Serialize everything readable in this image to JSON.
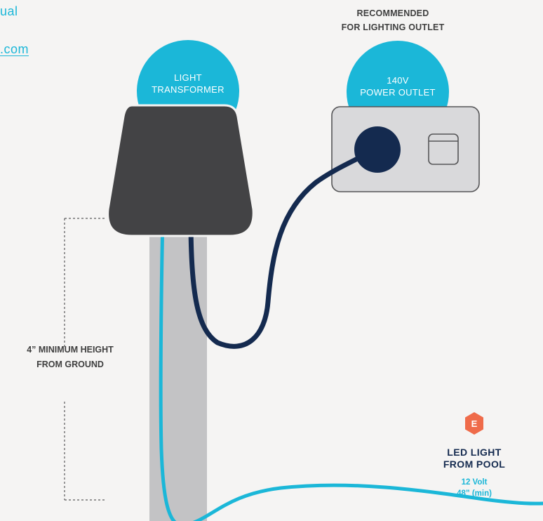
{
  "header_fragments": {
    "manual_tail": "ual",
    "link_tail": ".com"
  },
  "recommended_note": {
    "line1": "RECOMMENDED",
    "line2": "FOR LIGHTING OUTLET"
  },
  "transformer": {
    "label_line1": "LIGHT",
    "label_line2": "TRANSFORMER"
  },
  "outlet": {
    "label_line1": "140V",
    "label_line2": "POWER OUTLET"
  },
  "height_note": {
    "line1": "4” MINIMUM HEIGHT",
    "line2": "FROM GROUND"
  },
  "led": {
    "badge": "E",
    "title_line1": "LED LIGHT",
    "title_line2": "FROM POOL",
    "spec_line1": "12 Volt",
    "spec_line2": "48” (min)"
  },
  "colors": {
    "accent_cyan": "#1bb7d8",
    "transformer_body": "#434345",
    "power_cord": "#142a4f",
    "outlet_plate": "#d9d9db",
    "post": "#c3c3c5",
    "badge": "#ef6b4a",
    "dark_text": "#3f3f3f"
  },
  "icons": [
    "hexagon-badge-icon",
    "power-outlet-icon",
    "transformer-icon"
  ]
}
